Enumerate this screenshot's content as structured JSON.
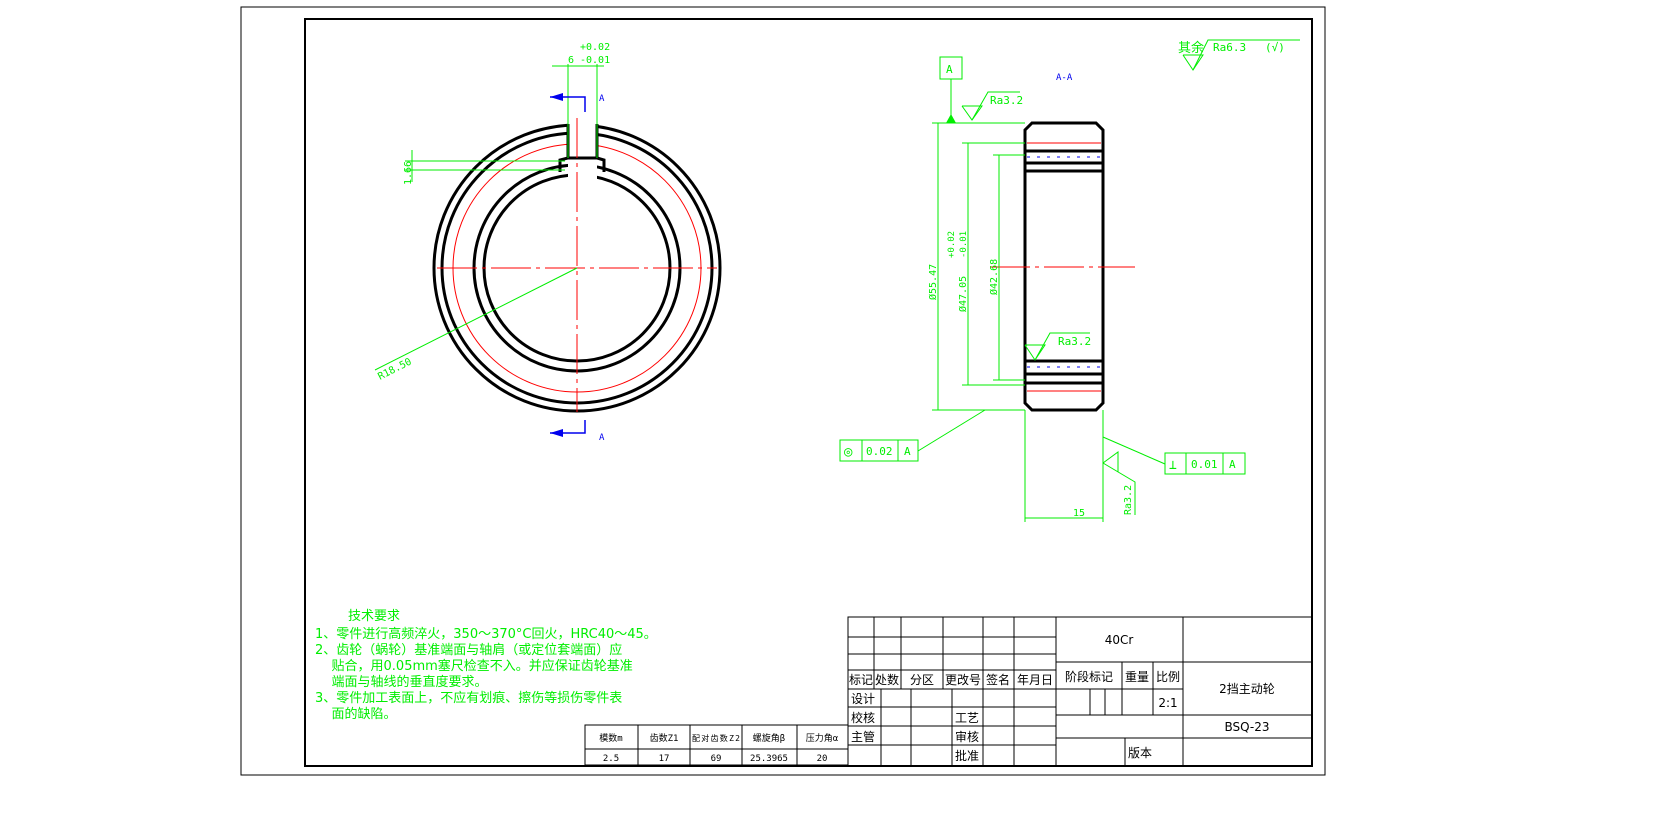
{
  "drawing": {
    "section_label": "A-A",
    "section_marker": "A",
    "datum": "A",
    "keyway_width": "6",
    "keyway_tol_upper": "+0.02",
    "keyway_tol_lower": "-0.01",
    "keyway_depth": "1.66",
    "radius_dim": "R18.50",
    "dia_outer": "Ø55.47",
    "dia_pitch": "Ø47.05",
    "dia_pitch_tol_upper": "+0.02",
    "dia_pitch_tol_lower": "-0.01",
    "dia_root": "Ø42.68",
    "width_dim": "15",
    "roughness_1": "Ra3.2",
    "roughness_2": "Ra3.2",
    "roughness_3": "Ra3.2",
    "general_roughness_prefix": "其余",
    "general_roughness": "Ra6.3",
    "general_roughness_suffix": "(√)",
    "concentricity": {
      "symbol": "◎",
      "value": "0.02",
      "datum": "A"
    },
    "perpendicularity": {
      "symbol": "⊥",
      "value": "0.01",
      "datum": "A"
    }
  },
  "requirements": {
    "title": "技术要求",
    "lines": [
      "1、零件进行高频淬火，350～370°C回火，HRC40～45。",
      "2、齿轮（蜗轮）基准端面与轴肩（或定位套端面）应",
      "    贴合，用0.05mm塞尺检查不入。并应保证齿轮基准",
      "    端面与轴线的垂直度要求。",
      "3、零件加工表面上，不应有划痕、擦伤等损伤零件表",
      "    面的缺陷。"
    ]
  },
  "gear_table": {
    "headers": [
      "模数m",
      "齿数Z1",
      "配对齿数Z2",
      "螺旋角β",
      "压力角α"
    ],
    "values": [
      "2.5",
      "17",
      "69",
      "25.3965",
      "20"
    ]
  },
  "title_block": {
    "material": "40Cr",
    "rev_headers": [
      "标记",
      "处数",
      "分区",
      "更改号",
      "签名",
      "年月日"
    ],
    "roles": [
      "设计",
      "校核",
      "主管"
    ],
    "roles2": [
      "工艺",
      "审核",
      "批准"
    ],
    "stage_mark": "阶段标记",
    "weight": "重量",
    "scale_label": "比例",
    "scale": "2:1",
    "part_name": "2挡主动轮",
    "drawing_no": "BSQ-23",
    "version": "版本"
  }
}
